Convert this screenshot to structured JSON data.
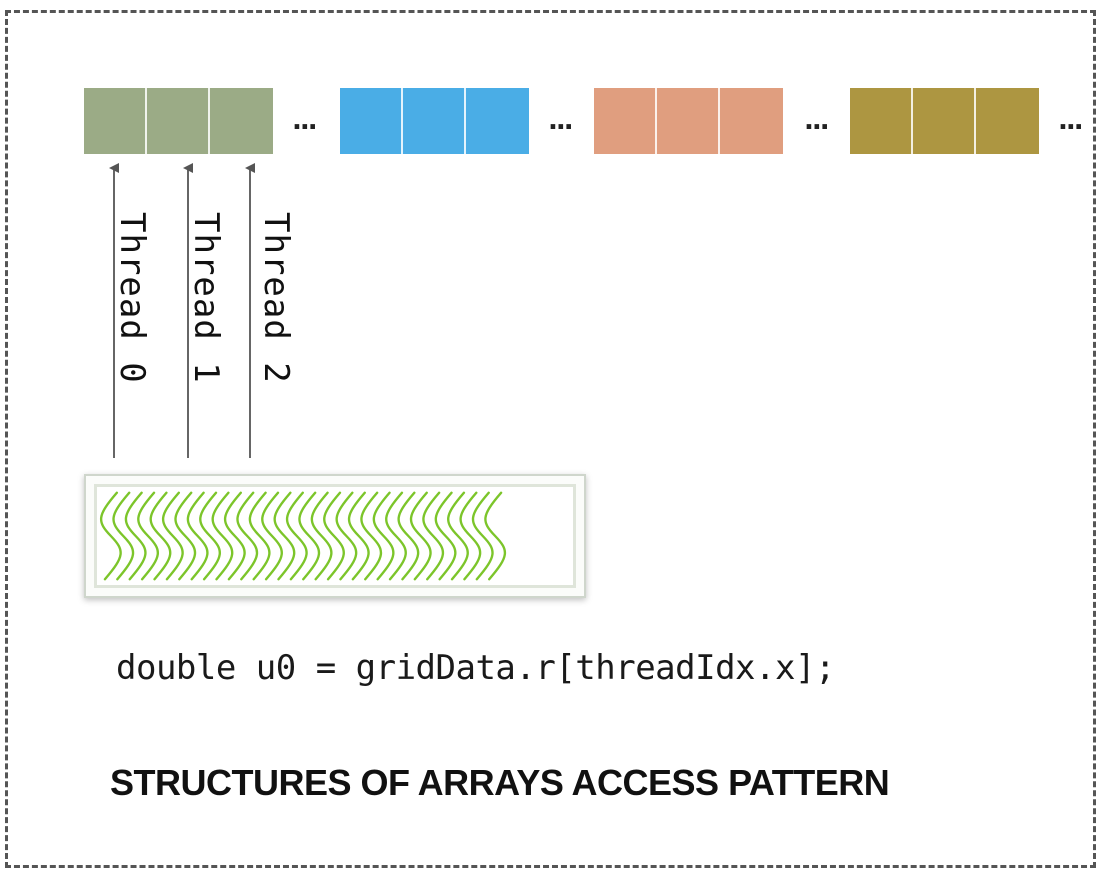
{
  "memory": {
    "groups": [
      {
        "color": "#9bab86",
        "cells": 3
      },
      {
        "color": "#4aade6",
        "cells": 3
      },
      {
        "color": "#e09e7f",
        "cells": 3
      },
      {
        "color": "#ad9641",
        "cells": 3
      }
    ],
    "ellipsis": "..."
  },
  "threads": [
    {
      "label": "Thread 0"
    },
    {
      "label": "Thread 1"
    },
    {
      "label": "Thread 2"
    }
  ],
  "warp": {
    "icon": "warp-threads-icon",
    "stroke_color": "#7cc52a"
  },
  "code": {
    "line": "double u0 = gridData.r[threadIdx.x];"
  },
  "caption": {
    "text": "STRUCTURES OF ARRAYS ACCESS PATTERN"
  }
}
